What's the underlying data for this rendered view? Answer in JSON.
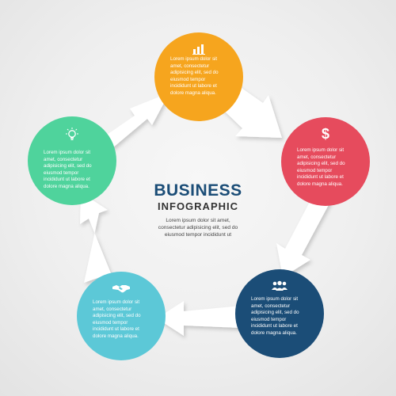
{
  "title": {
    "line1": "BUSINESS",
    "line2": "INFOGRAPHIC",
    "description": [
      "Lorem ipsum dolor sit amet,",
      "consectetur adipisicing elit, sed do",
      "eiusmod tempor incididunt ut"
    ]
  },
  "steps": [
    {
      "id": "top",
      "color": "#f6a51e",
      "icon": "bar-chart-icon",
      "text": [
        "Lorem ipsum dolor sit",
        "amet, consectetur",
        "adipisicing elit, sed do",
        "eiusmod tempor",
        "incididunt ut labore et",
        "dolore magna aliqua."
      ]
    },
    {
      "id": "right",
      "color": "#e64b5d",
      "icon": "dollar-icon",
      "text": [
        "Lorem ipsum dolor sit",
        "amet, consectetur",
        "adipisicing elit, sed do",
        "eiusmod tempor",
        "incididunt ut labore et",
        "dolore magna aliqua."
      ]
    },
    {
      "id": "bottom-right",
      "color": "#1b4d77",
      "icon": "people-icon",
      "text": [
        "Lorem ipsum dolor sit",
        "amet, consectetur",
        "adipisicing elit, sed do",
        "eiusmod tempor",
        "incididunt ut labore et",
        "dolore magna aliqua."
      ]
    },
    {
      "id": "bottom-left",
      "color": "#5cc8d7",
      "icon": "handshake-icon",
      "text": [
        "Lorem ipsum dolor sit",
        "amet, consectetur",
        "adipisicing elit, sed do",
        "eiusmod tempor",
        "incididunt ut labore et",
        "dolore magna aliqua."
      ]
    },
    {
      "id": "left",
      "color": "#4fd39c",
      "icon": "lightbulb-icon",
      "text": [
        "Lorem ipsum dolor sit",
        "amet, consectetur",
        "adipisicing elit, sed do",
        "eiusmod tempor",
        "incididunt ut labore et",
        "dolore magna aliqua."
      ]
    }
  ]
}
